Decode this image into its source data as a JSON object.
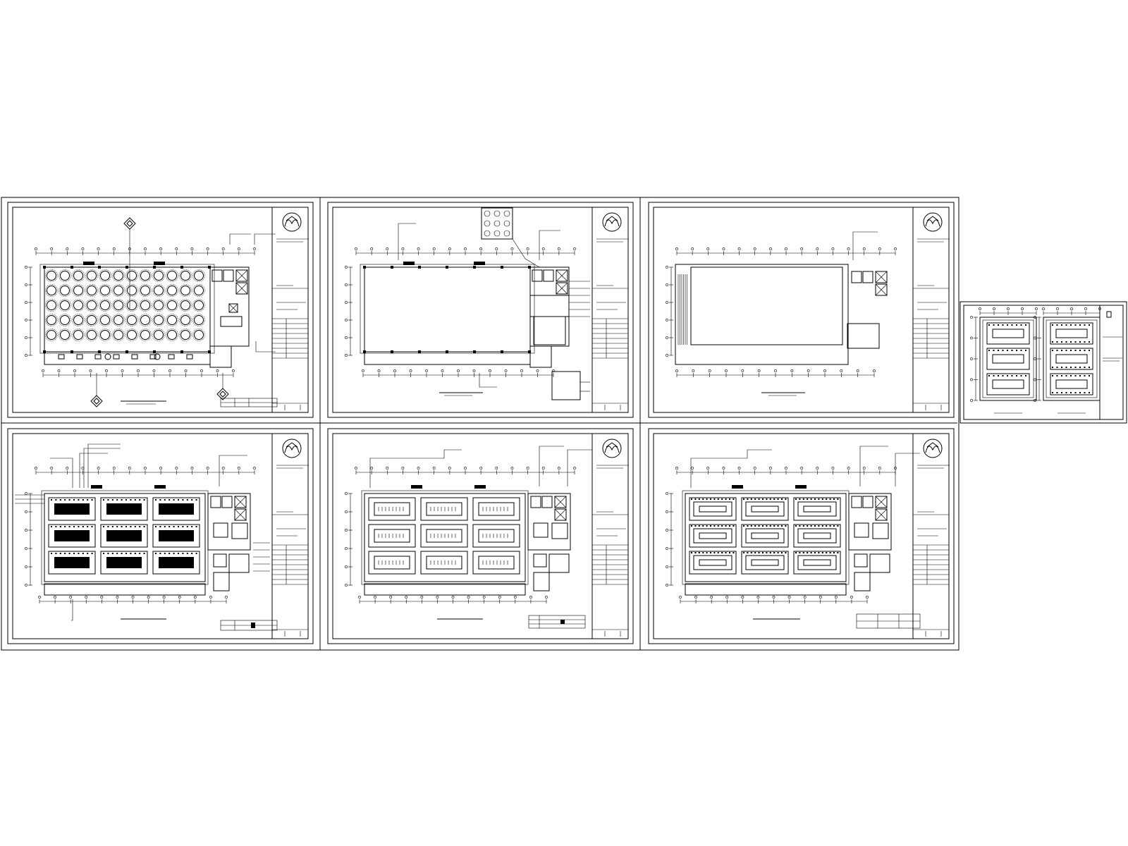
{
  "drawing_set": {
    "sheets": [
      {
        "id": "banquet-floor-plan",
        "title": "",
        "scale": "",
        "content": "furniture"
      },
      {
        "id": "banquet-floor-finish-plan",
        "title": "",
        "scale": "",
        "content": "floor"
      },
      {
        "id": "banquet-wall-plan",
        "title": "",
        "scale": "",
        "content": "wall"
      },
      {
        "id": "banquet-ceiling-plan",
        "title": "",
        "scale": "",
        "content": "ceiling"
      },
      {
        "id": "banquet-ceiling-dimension-plan",
        "title": "",
        "scale": "",
        "content": "ceiling-dim"
      },
      {
        "id": "banquet-lighting-plan",
        "title": "",
        "scale": "",
        "content": "lighting"
      }
    ],
    "small_sheet": {
      "id": "ceiling-detail-sheet",
      "content": "detail"
    }
  },
  "colors": {
    "line": "#000000",
    "paper": "#ffffff",
    "hatch": "#000000"
  }
}
